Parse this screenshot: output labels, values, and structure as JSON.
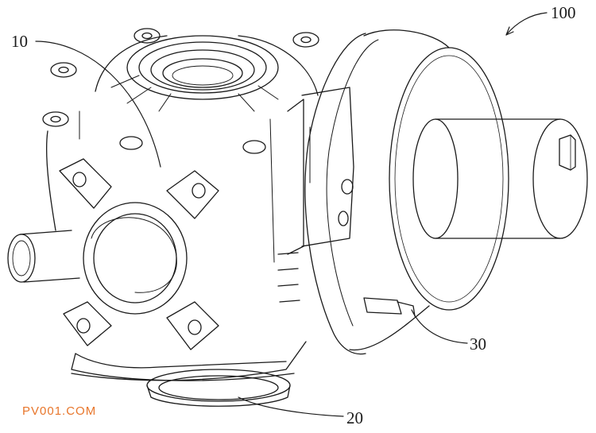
{
  "figure": {
    "reference_numerals": {
      "assembly": "100",
      "valve_body": "10",
      "base": "20",
      "motor": "30"
    },
    "watermark": "PV001.COM",
    "colors": {
      "line": "#1a1a1a",
      "background": "#ffffff",
      "watermark": "#e8762b"
    }
  }
}
